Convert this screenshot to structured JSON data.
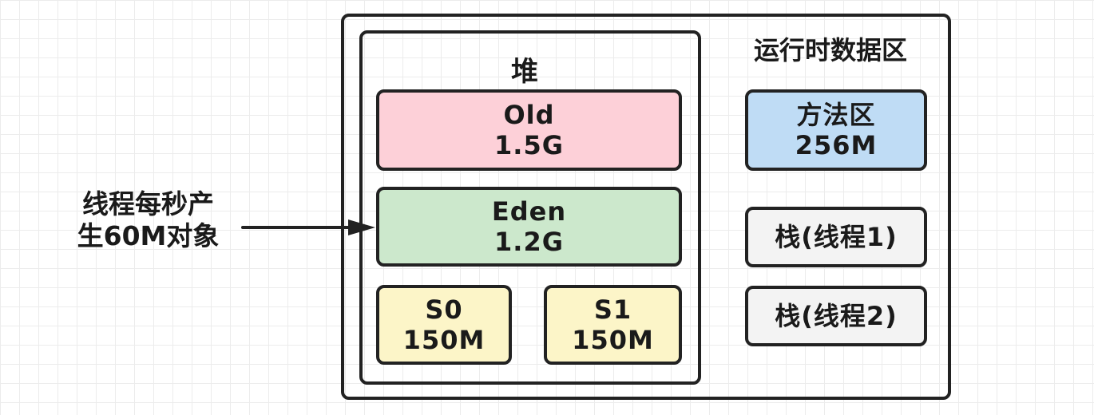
{
  "runtime_area": {
    "title": "运行时数据区"
  },
  "heap": {
    "title": "堆",
    "old": {
      "name": "Old",
      "size": "1.5G"
    },
    "eden": {
      "name": "Eden",
      "size": "1.2G"
    },
    "s0": {
      "name": "S0",
      "size": "150M"
    },
    "s1": {
      "name": "S1",
      "size": "150M"
    }
  },
  "method_area": {
    "name": "方法区",
    "size": "256M"
  },
  "stacks": [
    {
      "label": "栈(线程1)"
    },
    {
      "label": "栈(线程2)"
    }
  ],
  "side_note": {
    "line1": "线程每秒产",
    "line2": "生60M对象"
  },
  "colors": {
    "old": "#fdd0d8",
    "eden": "#cce8cc",
    "survivor": "#fcf5c8",
    "method_area": "#bfdcf5",
    "stack": "#f3f3f3",
    "border": "#222222"
  }
}
